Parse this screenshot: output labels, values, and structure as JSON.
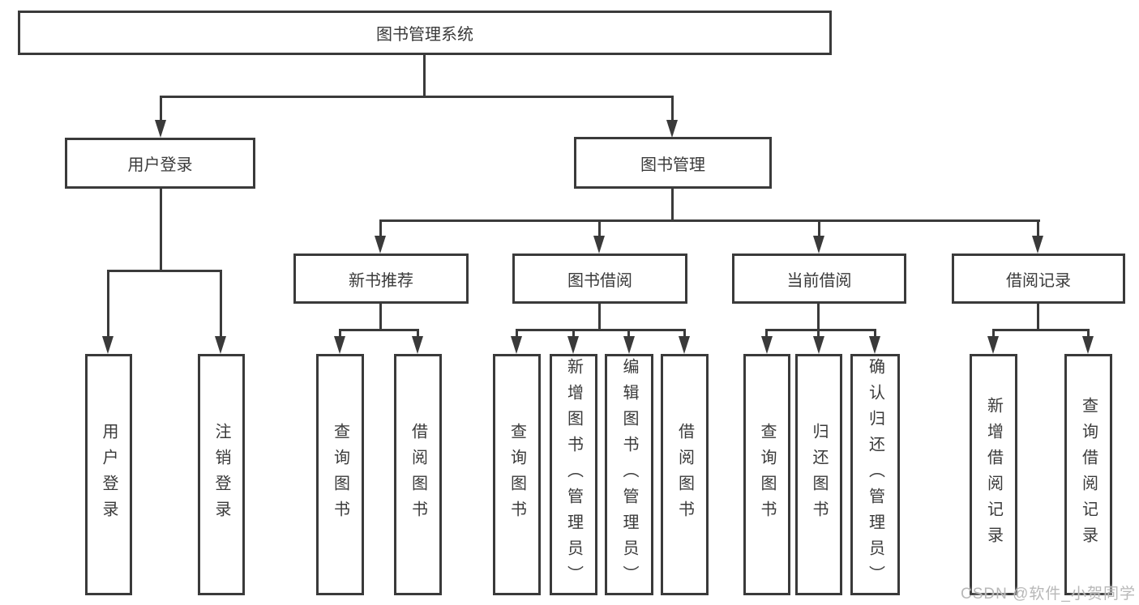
{
  "watermark": "CSDN @软件_小贺同学",
  "colors": {
    "line": "#3a3a3a",
    "box_border": "#3a3a3a",
    "text": "#3a3a3a",
    "background": "#ffffff",
    "watermark": "#b8b8b8"
  },
  "tree": {
    "root": {
      "label": "图书管理系统"
    },
    "branches": [
      {
        "label": "用户登录",
        "children": [
          {
            "label": "用户登录"
          },
          {
            "label": "注销登录"
          }
        ]
      },
      {
        "label": "图书管理",
        "children": [
          {
            "label": "新书推荐",
            "children": [
              {
                "label": "查询图书"
              },
              {
                "label": "借阅图书"
              }
            ]
          },
          {
            "label": "图书借阅",
            "children": [
              {
                "label": "查询图书"
              },
              {
                "label": "新增图书（管理员）"
              },
              {
                "label": "编辑图书（管理员）"
              },
              {
                "label": "借阅图书"
              }
            ]
          },
          {
            "label": "当前借阅",
            "children": [
              {
                "label": "查询图书"
              },
              {
                "label": "归还图书"
              },
              {
                "label": "确认归还（管理员）"
              }
            ]
          },
          {
            "label": "借阅记录",
            "children": [
              {
                "label": "新增借阅记录"
              },
              {
                "label": "查询借阅记录"
              }
            ]
          }
        ]
      }
    ]
  }
}
